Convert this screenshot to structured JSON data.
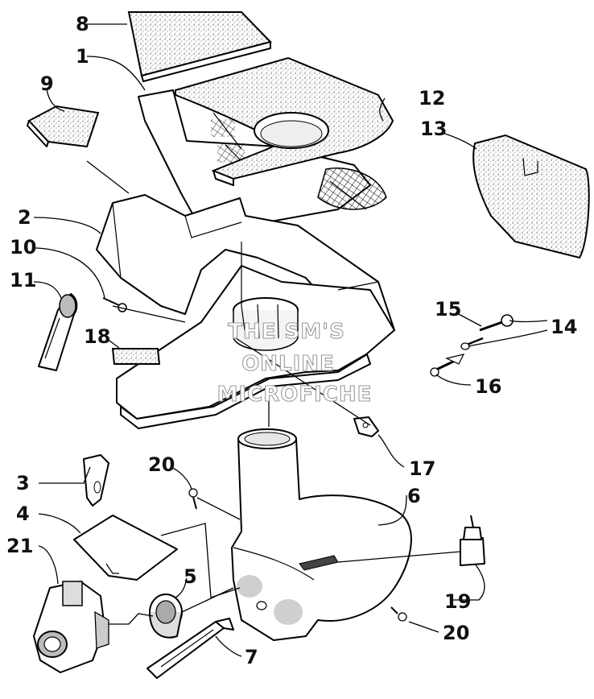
{
  "watermark": {
    "line1": "THE SM'S",
    "line2": "ONLINE",
    "line3": "MICROFICHE"
  },
  "callouts": {
    "c1": "1",
    "c2": "2",
    "c3": "3",
    "c4": "4",
    "c5": "5",
    "c6": "6",
    "c7": "7",
    "c8": "8",
    "c9": "9",
    "c10": "10",
    "c11": "11",
    "c12": "12",
    "c13": "13",
    "c14": "14",
    "c15": "15",
    "c16": "16",
    "c17": "17",
    "c18": "18",
    "c19": "19",
    "c20a": "20",
    "c20b": "20",
    "c21": "21"
  }
}
